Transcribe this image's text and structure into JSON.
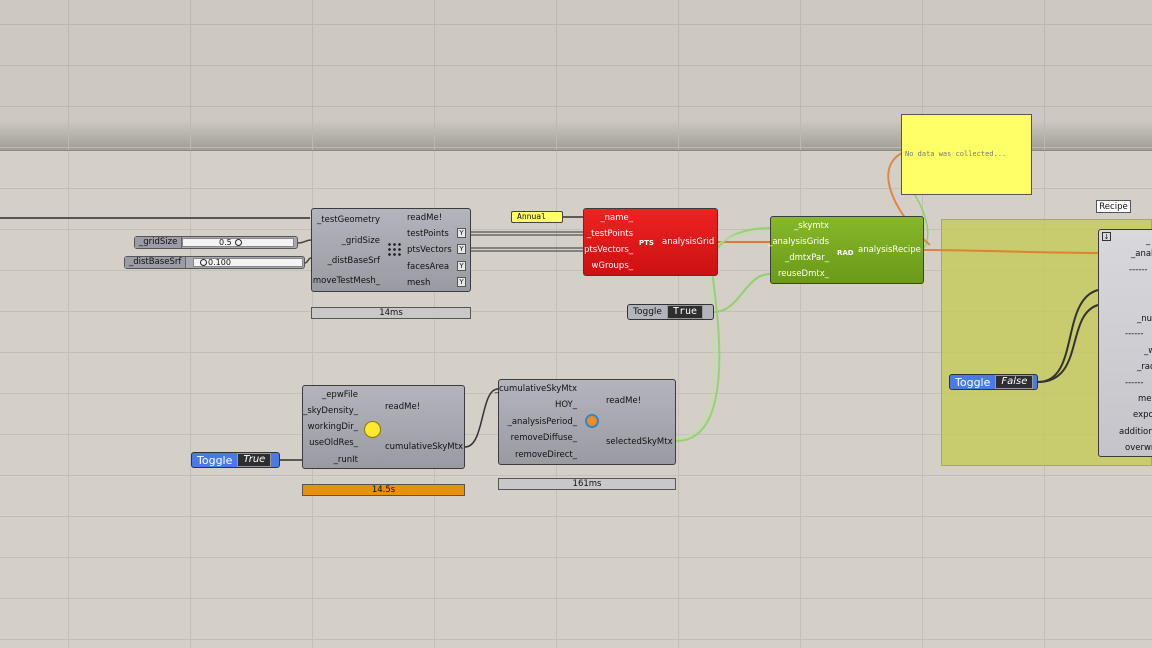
{
  "canvas": {
    "background": "#d4d0c8",
    "wire_color": "#3a3a3a",
    "active_wire_color": "#8fd16a"
  },
  "geometry_node": {
    "inputs": [
      "_testGeometry",
      "_gridSize",
      "_distBaseSrf",
      "moveTestMesh_"
    ],
    "outputs": [
      "readMe!",
      "testPoints",
      "ptsVectors",
      "facesArea",
      "mesh"
    ],
    "time": "14ms",
    "icon": "point-grid-icon"
  },
  "sliders": {
    "grid_size": {
      "name": "_gridSize",
      "value": "0.5"
    },
    "dist_base": {
      "name": "_distBaseSrf",
      "value": "0.100"
    }
  },
  "annual_panel": {
    "text": "Annual"
  },
  "pts_node": {
    "inputs": [
      "_name_",
      "_testPoints",
      "ptsVectors_",
      "wGroups_"
    ],
    "output": "analysisGrid",
    "badge": "PTS",
    "color": "#e01818"
  },
  "rad_node": {
    "inputs": [
      "_skymtx",
      "_analysisGrids",
      "_dmtxPar_",
      "reuseDmtx_"
    ],
    "output": "analysisRecipe",
    "badge": "RAD",
    "color": "#78a821"
  },
  "no_data_panel": {
    "text": "No data was collected..."
  },
  "toggle_mid": {
    "name": "Toggle",
    "value": "True"
  },
  "toggle_left": {
    "name": "Toggle",
    "value": "True"
  },
  "toggle_right": {
    "name": "Toggle",
    "value": "False"
  },
  "sky_node": {
    "inputs": [
      "_epwFile",
      "_skyDensity_",
      "workingDir_",
      "useOldRes_",
      "_runIt"
    ],
    "outputs": [
      "readMe!",
      "cumulativeSkyMtx"
    ],
    "time": "14.5s",
    "time_color": "#e8920c"
  },
  "select_node": {
    "inputs": [
      "_cumulativeSkyMtx",
      "HOY_",
      "_analysisPeriod_",
      "removeDiffuse_",
      "removeDirect_"
    ],
    "outputs": [
      "readMe!",
      "selectedSkyMtx"
    ],
    "time": "161ms"
  },
  "recipe_group": {
    "tooltip": "Recipe",
    "color": "#c8cc5c",
    "visible_labels": [
      "_",
      "_anal",
      "------",
      "_nu",
      "------",
      "_w",
      "_rad",
      "------",
      "mes",
      "expo",
      "additiona",
      "overwr"
    ]
  }
}
